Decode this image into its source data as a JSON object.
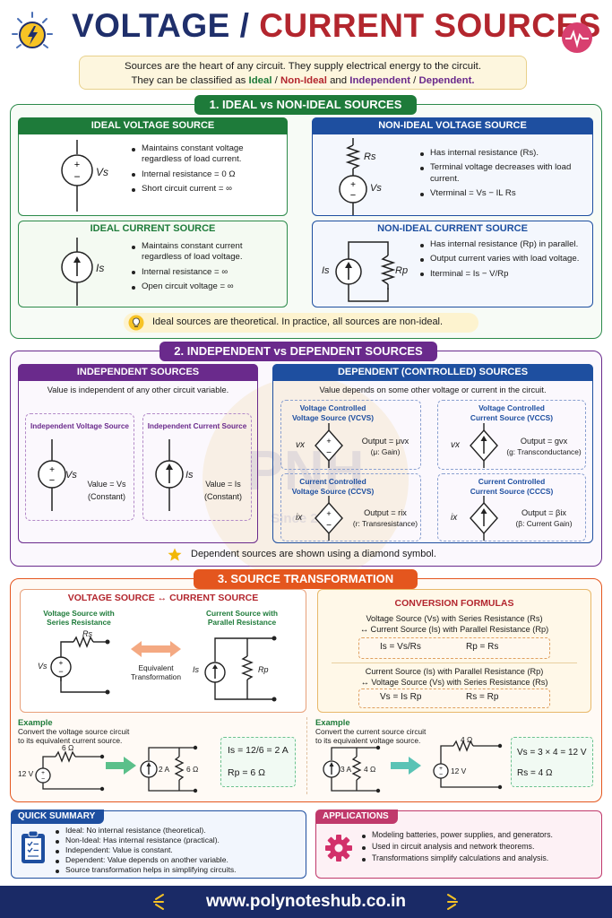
{
  "header": {
    "title_part1": "VOLTAGE /",
    "title_part2": "CURRENT SOURCES",
    "intro_line1": "Sources are the heart of any circuit. They supply electrical energy to the circuit.",
    "intro_line2_prefix": "They can be classified as",
    "intro_ideal": "Ideal",
    "intro_sep1": "/",
    "intro_nonideal": "Non-Ideal",
    "intro_and": "and",
    "intro_independent": "Independent",
    "intro_sep2": "/",
    "intro_dependent": "Dependent."
  },
  "section1": {
    "banner": "1. IDEAL vs NON-IDEAL SOURCES",
    "ideal_voltage": {
      "title": "IDEAL VOLTAGE SOURCE",
      "symbol": "Vs",
      "bullets": [
        "Maintains constant voltage regardless of load current.",
        "Internal resistance = 0 Ω",
        "Short circuit current = ∞"
      ]
    },
    "ideal_current": {
      "title": "IDEAL CURRENT SOURCE",
      "symbol": "Is",
      "bullets": [
        "Maintains constant current regardless of load voltage.",
        "Internal resistance = ∞",
        "Open circuit voltage = ∞"
      ]
    },
    "nonideal_voltage": {
      "title": "NON-IDEAL VOLTAGE SOURCE",
      "r_label": "Rs",
      "v_label": "Vs",
      "bullets": [
        "Has internal resistance (Rs).",
        "Terminal voltage decreases with load current.",
        "Vterminal = Vs − IL Rs"
      ]
    },
    "nonideal_current": {
      "title": "NON-IDEAL CURRENT SOURCE",
      "i_label": "Is",
      "r_label": "Rp",
      "bullets": [
        "Has internal resistance (Rp) in parallel.",
        "Output current varies with load voltage.",
        "Iterminal = Is − V/Rp"
      ]
    },
    "note": "Ideal sources are theoretical. In practice, all sources are non-ideal."
  },
  "section2": {
    "banner": "2. INDEPENDENT vs DEPENDENT SOURCES",
    "independent": {
      "title": "INDEPENDENT SOURCES",
      "desc": "Value is independent of any other circuit variable.",
      "voltage_box_title": "Independent Voltage Source",
      "voltage_sym": "Vs",
      "voltage_value": "Value = Vs",
      "voltage_value2": "(Constant)",
      "current_box_title": "Independent Current Source",
      "current_sym": "Is",
      "current_value": "Value = Is",
      "current_value2": "(Constant)"
    },
    "dependent": {
      "title": "DEPENDENT (CONTROLLED) SOURCES",
      "desc": "Value depends on some other voltage or current in the circuit.",
      "vcvs_title1": "Voltage Controlled",
      "vcvs_title2": "Voltage Source (VCVS)",
      "vcvs_ctrl": "vx",
      "vcvs_out": "Output = μvx",
      "vcvs_gain": "(μ: Gain)",
      "vccs_title1": "Voltage Controlled",
      "vccs_title2": "Current Source (VCCS)",
      "vccs_ctrl": "vx",
      "vccs_out": "Output = gvx",
      "vccs_gain": "(g: Transconductance)",
      "ccvs_title1": "Current Controlled",
      "ccvs_title2": "Voltage Source (CCVS)",
      "ccvs_ctrl": "ix",
      "ccvs_out": "Output = rix",
      "ccvs_gain": "(r: Transresistance)",
      "cccs_title1": "Current Controlled",
      "cccs_title2": "Current Source (CCCS)",
      "cccs_ctrl": "ix",
      "cccs_out": "Output = βix",
      "cccs_gain": "(β: Current Gain)"
    },
    "note": "Dependent sources are shown using a diamond symbol."
  },
  "section3": {
    "banner": "3. SOURCE TRANSFORMATION",
    "left_title": "VOLTAGE SOURCE ↔ CURRENT SOURCE",
    "vs_series_label1": "Voltage Source with",
    "vs_series_label2": "Series Resistance",
    "cs_parallel_label1": "Current Source with",
    "cs_parallel_label2": "Parallel Resistance",
    "equiv1": "Equivalent",
    "equiv2": "Transformation",
    "rs": "Rs",
    "vs": "Vs",
    "is": "Is",
    "rp": "Rp",
    "formulas_title": "CONVERSION FORMULAS",
    "f1_line1": "Voltage Source (Vs) with Series Resistance (Rs)",
    "f1_line2": "↔ Current Source (Is) with Parallel Resistance (Rp)",
    "f1_eq1": "Is = Vs/Rs",
    "f1_eq2": "Rp = Rs",
    "f2_line1": "Current Source (Is) with Parallel Resistance (Rp)",
    "f2_line2": "↔ Voltage Source (Vs) with Series Resistance (Rs)",
    "f2_eq1": "Vs = Is Rp",
    "f2_eq2": "Rs = Rp",
    "example1": {
      "label": "Example",
      "desc1": "Convert the voltage source circuit",
      "desc2": "to its equivalent current source.",
      "r": "6 Ω",
      "v": "12 V",
      "i": "2 A",
      "rp": "6 Ω",
      "eq1": "Is = 12/6 = 2 A",
      "eq2": "Rp = 6 Ω"
    },
    "example2": {
      "label": "Example",
      "desc1": "Convert the current source circuit",
      "desc2": "to its equivalent voltage source.",
      "i": "3 A",
      "r": "4 Ω",
      "rs": "4 Ω",
      "v": "12 V",
      "eq1": "Vs = 3 × 4 = 12 V",
      "eq2": "Rs = 4 Ω"
    }
  },
  "summary": {
    "title": "QUICK SUMMARY",
    "items": [
      "Ideal: No internal resistance (theoretical).",
      "Non-Ideal: Has internal resistance (practical).",
      "Independent: Value is constant.",
      "Dependent: Value depends on another variable.",
      "Source transformation helps in simplifying circuits."
    ]
  },
  "applications": {
    "title": "APPLICATIONS",
    "items": [
      "Modeling batteries, power supplies, and generators.",
      "Used in circuit analysis and network theorems.",
      "Transformations simplify calculations and analysis."
    ]
  },
  "footer": {
    "url": "www.polynoteshub.co.in"
  },
  "watermark": {
    "line1": "PNH",
    "line2": "Since 2019"
  },
  "colors": {
    "navy": "#1f2f6b",
    "red": "#b3262e",
    "green": "#1e7b3a",
    "blue": "#1e4fa0",
    "purple": "#6a2a8c",
    "orange": "#e4561e",
    "magenta": "#c0396b"
  },
  "icons": {
    "header_left": "lightning-bulb-icon",
    "header_right": "heartbeat-icon",
    "note1": "bulb-icon",
    "note2": "star-icon",
    "summary": "clipboard-icon",
    "applications": "gear-icon"
  }
}
